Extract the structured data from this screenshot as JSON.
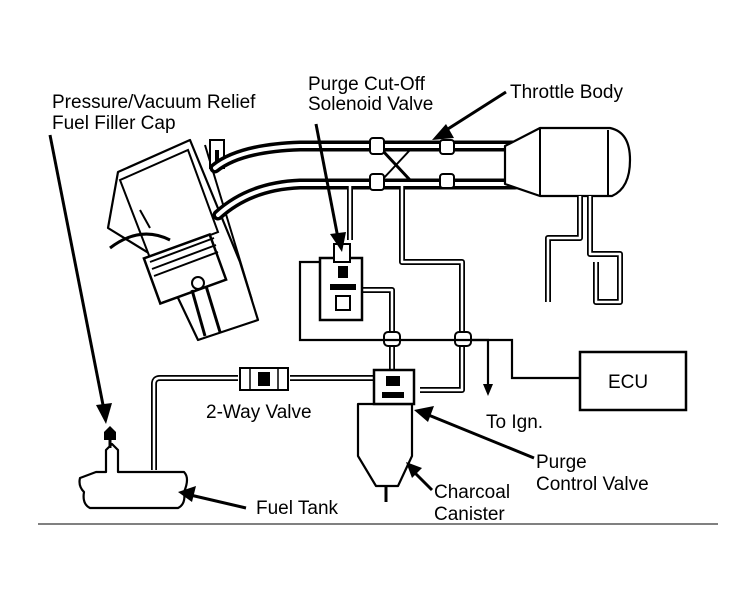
{
  "labels": {
    "fuel_filler_cap_1": "Pressure/Vacuum Relief",
    "fuel_filler_cap_2": "Fuel Filler Cap",
    "purge_cutoff_1": "Purge Cut-Off",
    "purge_cutoff_2": "Solenoid Valve",
    "throttle_body": "Throttle Body",
    "ecu": "ECU",
    "two_way_valve": "2-Way Valve",
    "to_ign": "To Ign.",
    "purge_control_1": "Purge",
    "purge_control_2": "Control Valve",
    "charcoal_1": "Charcoal",
    "charcoal_2": "Canister",
    "fuel_tank": "Fuel Tank"
  }
}
